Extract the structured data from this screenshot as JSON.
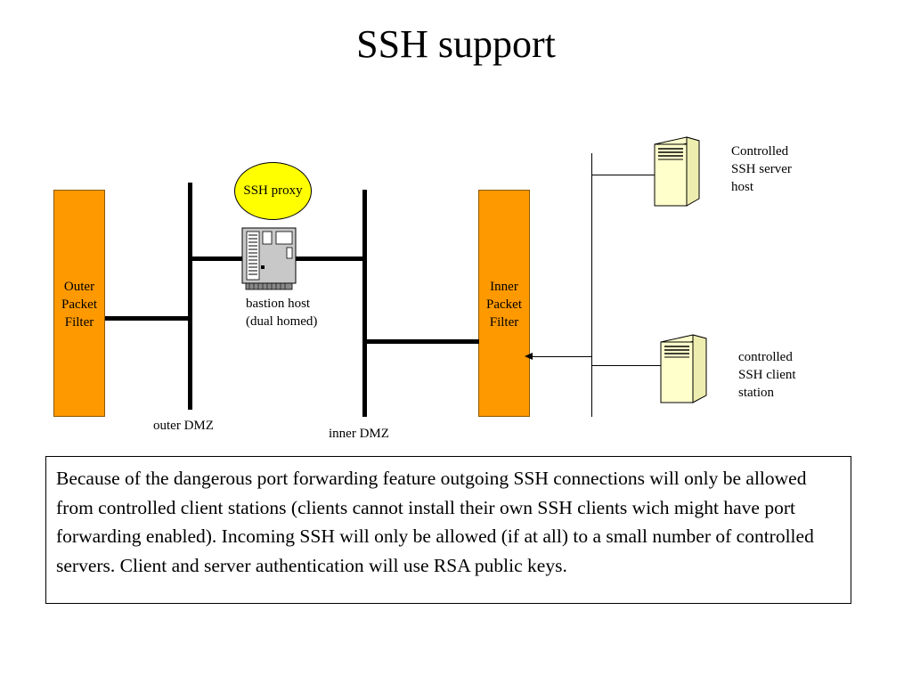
{
  "title": "SSH support",
  "outer_filter": {
    "label": "Outer\nPacket\nFilter",
    "color": "#FF9900"
  },
  "inner_filter": {
    "label": "Inner\nPacket\nFilter",
    "color": "#FF9900"
  },
  "proxy": {
    "label": "SSH proxy",
    "color": "#FFFF00"
  },
  "bastion": {
    "label": "bastion host\n(dual homed)"
  },
  "outer_dmz": {
    "label": "outer DMZ"
  },
  "inner_dmz": {
    "label": "inner DMZ"
  },
  "server_host": {
    "label": "Controlled\nSSH server\nhost",
    "color": "#FFFFCC"
  },
  "client_station": {
    "label": "controlled\nSSH client\nstation",
    "color": "#FFFFCC"
  },
  "description": "Because of the dangerous port forwarding feature outgoing SSH connections will only be allowed from controlled client stations (clients cannot install their own SSH clients wich might have port forwarding enabled). Incoming SSH will only be allowed (if at all) to a small number of controlled servers. Client and server authentication will use RSA public keys."
}
